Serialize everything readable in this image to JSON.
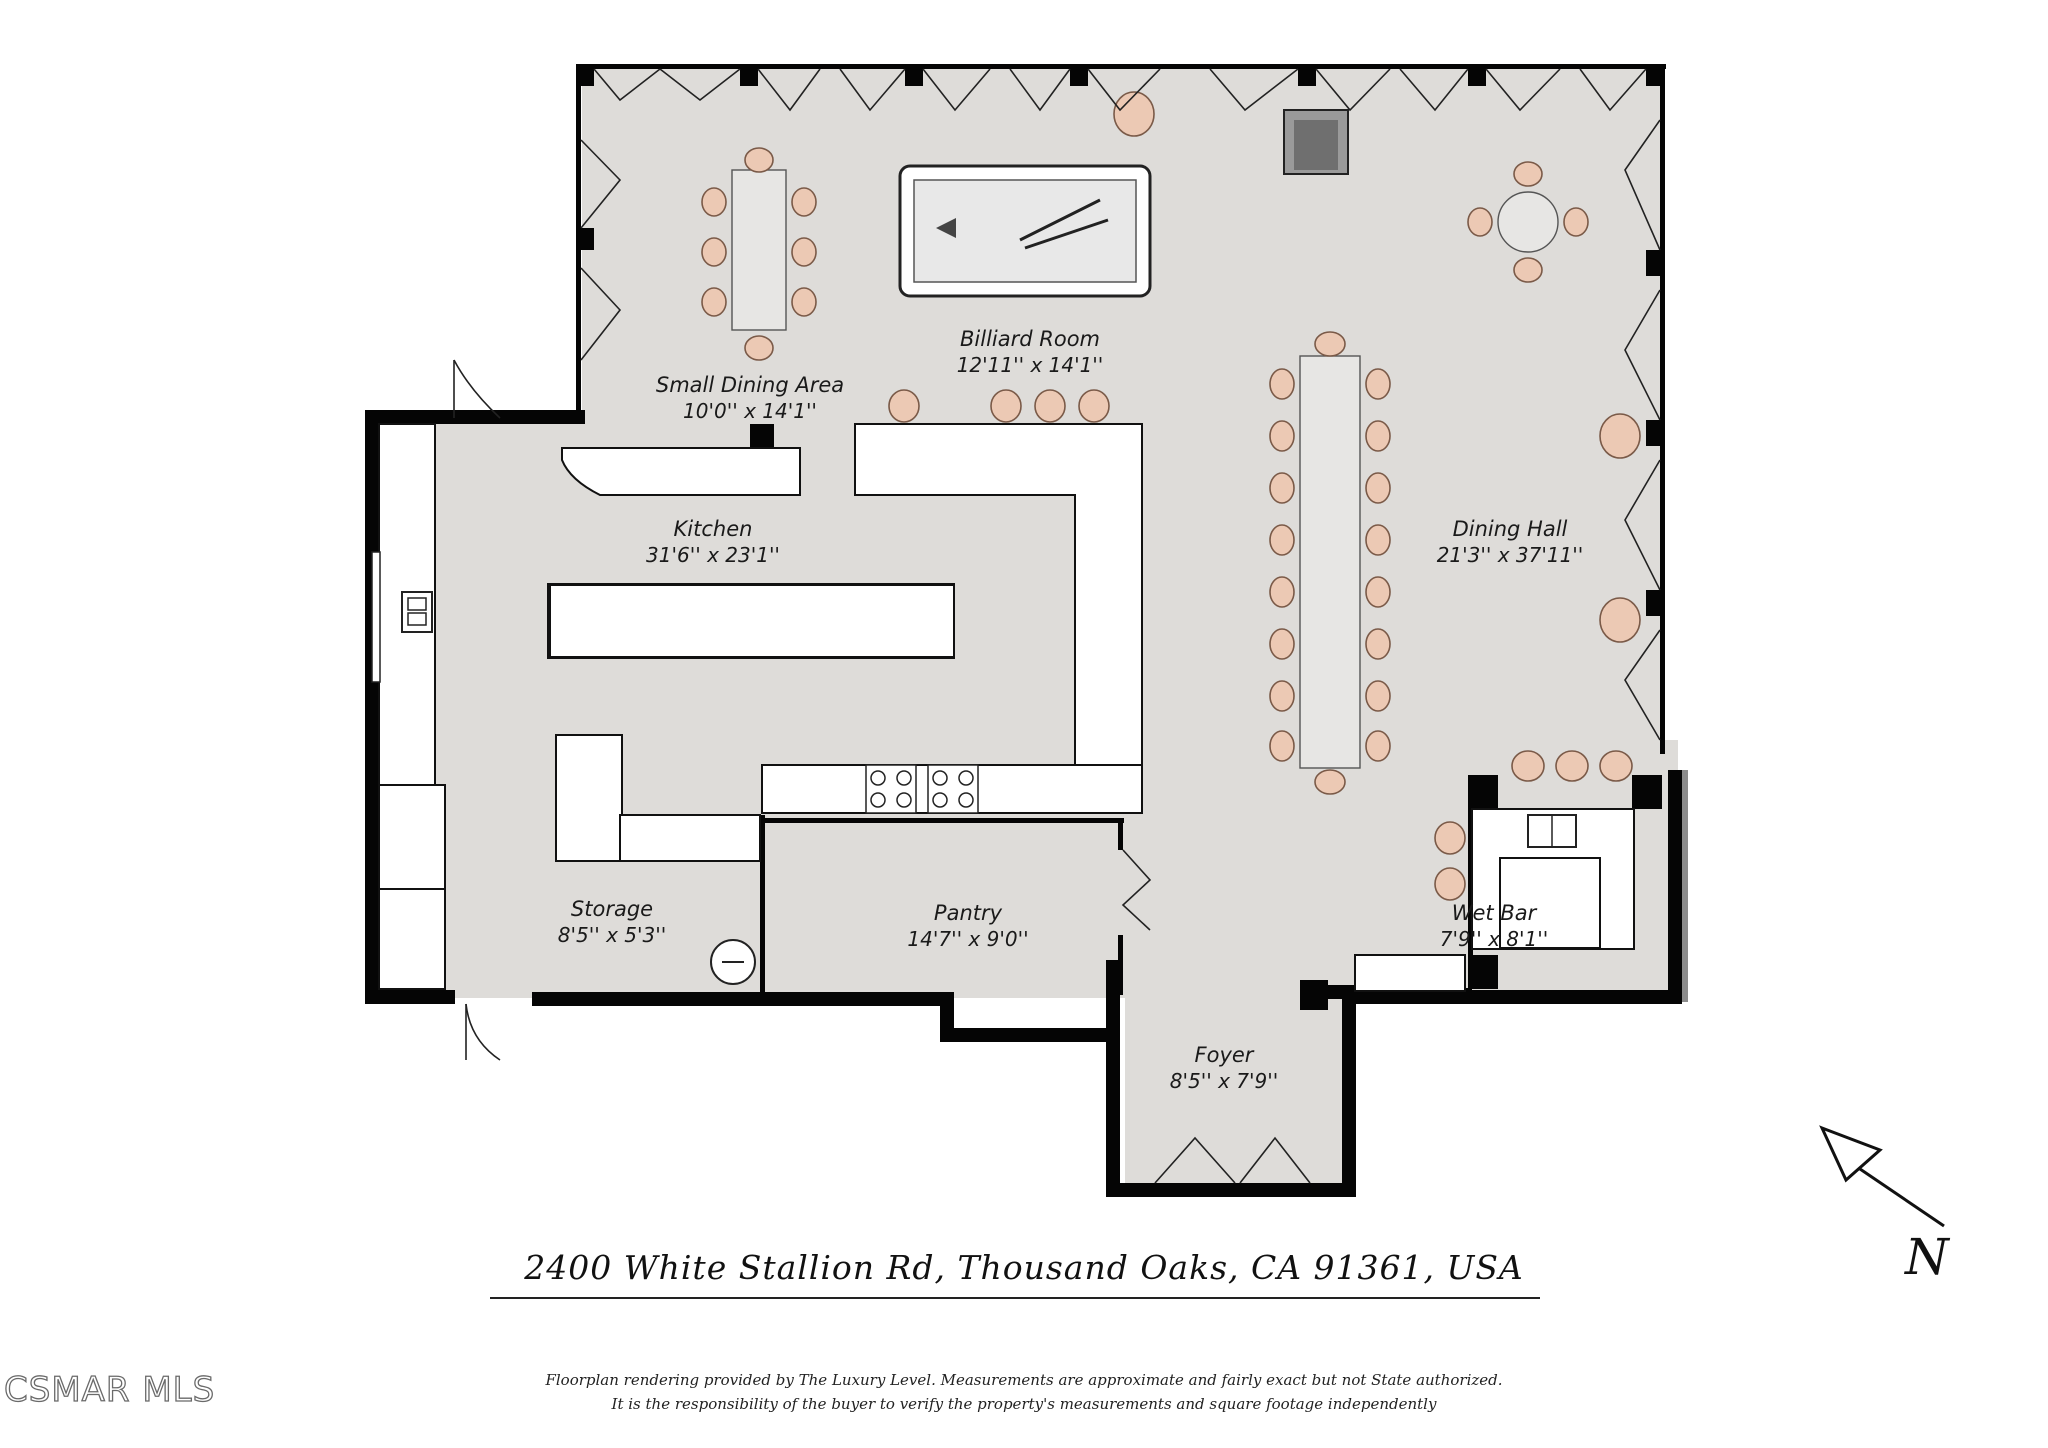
{
  "rooms": {
    "small_dining": {
      "name": "Small Dining Area",
      "dims": "10'0'' x 14'1''"
    },
    "billiard": {
      "name": "Billiard Room",
      "dims": "12'11'' x 14'1''"
    },
    "kitchen": {
      "name": "Kitchen",
      "dims": "31'6'' x 23'1''"
    },
    "dining_hall": {
      "name": "Dining Hall",
      "dims": "21'3'' x 37'11''"
    },
    "storage": {
      "name": "Storage",
      "dims": "8'5'' x 5'3''"
    },
    "pantry": {
      "name": "Pantry",
      "dims": "14'7'' x 9'0''"
    },
    "wet_bar": {
      "name": "Wet Bar",
      "dims": "7'9'' x 8'1''"
    },
    "foyer": {
      "name": "Foyer",
      "dims": "8'5'' x 7'9''"
    }
  },
  "address": "2400 White Stallion Rd, Thousand Oaks, CA 91361, USA",
  "disclaimer": {
    "line1": "Floorplan rendering provided by The Luxury Level. Measurements are approximate and fairly exact but not State authorized.",
    "line2": "It is the responsibility of the buyer to verify the property's measurements and square footage independently"
  },
  "north_label": "N",
  "watermark": "CSMAR MLS",
  "colors": {
    "floor": "#dedcd9",
    "wall": "#050505",
    "chair": "#ecc9b4"
  }
}
